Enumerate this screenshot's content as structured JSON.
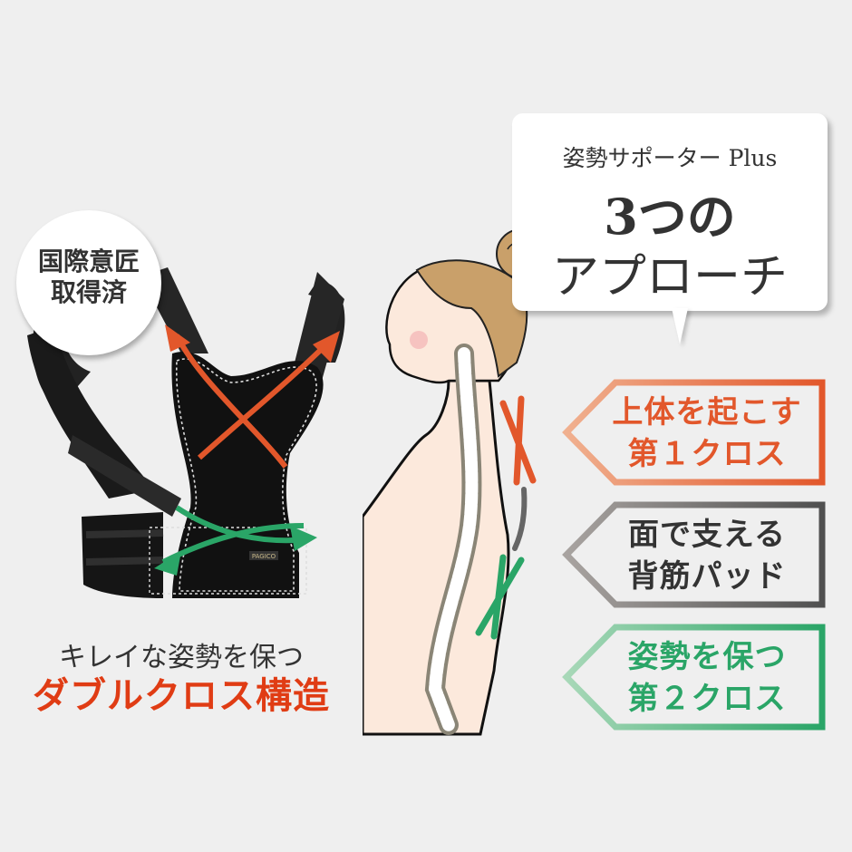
{
  "bubble": {
    "subtitle": "姿勢サポーター Plus",
    "title_line1": "3つの",
    "title_line2": "アプローチ"
  },
  "badge": {
    "line1": "国際意匠",
    "line2": "取得済"
  },
  "product": {
    "brand_label": "PAGICO",
    "image_alt": "black posture support harness with orange and green cross arrows"
  },
  "caption": {
    "line1": "キレイな姿勢を保つ",
    "line2": "ダブルクロス構造"
  },
  "features": [
    {
      "line1": "上体を起こす",
      "line2": "第１クロス",
      "color": "#e2572b",
      "color_light": "#f0b08f"
    },
    {
      "line1": "面で支える",
      "line2": "背筋パッド",
      "color": "#505050",
      "color_light": "#a8a3a0"
    },
    {
      "line1": "姿勢を保つ",
      "line2": "第２クロス",
      "color": "#2aa567",
      "color_light": "#a8d8b8"
    }
  ],
  "colors": {
    "background": "#efefef",
    "accent_red": "#e03c14",
    "orange": "#e2572b",
    "green": "#2aa567",
    "gray": "#505050",
    "hair": "#c9a06a",
    "skin": "#fce9dc"
  }
}
